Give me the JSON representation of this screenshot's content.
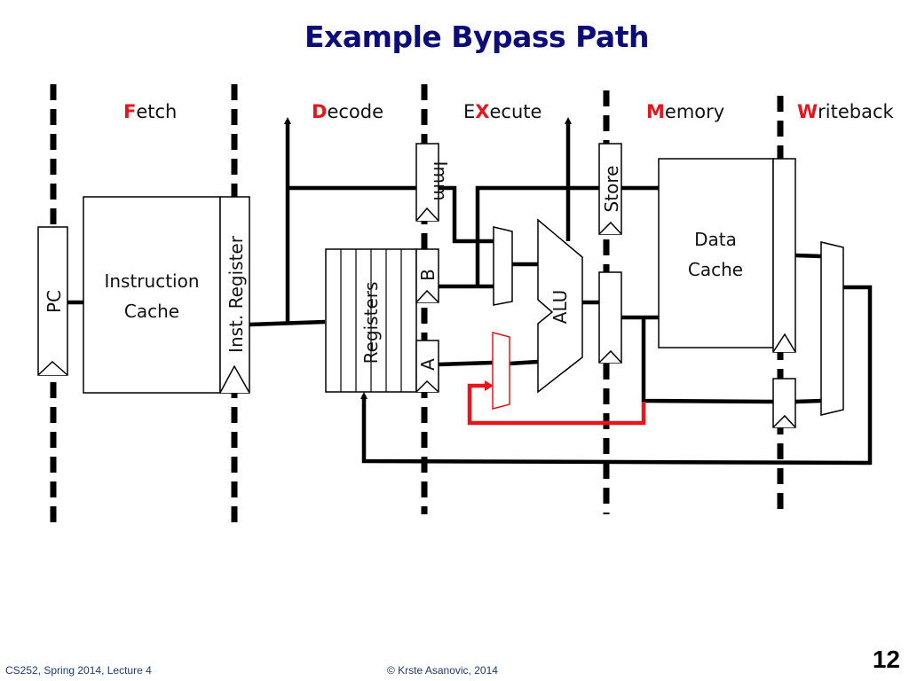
{
  "title": "Example Bypass Path",
  "stages": [
    {
      "highlight": "F",
      "rest": "etch"
    },
    {
      "highlight": "D",
      "rest": "ecode"
    },
    {
      "prefix": "E",
      "highlight": "X",
      "rest": "ecute"
    },
    {
      "highlight": "M",
      "rest": "emory"
    },
    {
      "highlight": "W",
      "rest": "riteback"
    }
  ],
  "components": {
    "pc": "PC",
    "icache_line1": "Instruction",
    "icache_line2": "Cache",
    "inst_register": "Inst. Register",
    "registers": "Registers",
    "imm": "Imm",
    "reg_b": "B",
    "reg_a": "A",
    "alu": "ALU",
    "store": "Store",
    "dcache_line1": "Data",
    "dcache_line2": "Cache"
  },
  "colors": {
    "title": "#0d0d7a",
    "stage_highlight": "#e8161a",
    "bypass_path": "#e8161a",
    "wires": "#000000"
  },
  "footer": {
    "left": "CS252, Spring 2014, Lecture 4",
    "center": "© Krste Asanovic, 2014",
    "page": "12"
  }
}
